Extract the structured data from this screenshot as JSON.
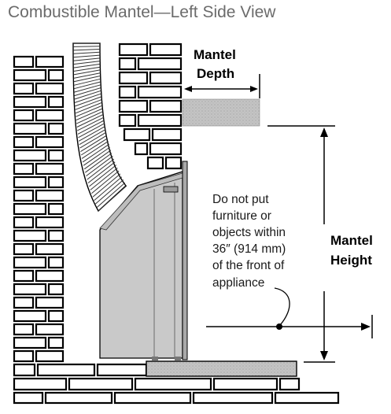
{
  "title": "Combustible Mantel—Left Side View",
  "labels": {
    "mantel_depth": [
      "Mantel",
      "Depth"
    ],
    "mantel_height": [
      "Mantel",
      "Height"
    ],
    "clearance_note": [
      "Do not put",
      "furniture or",
      "objects within",
      "36″ (914 mm)",
      "of the front of",
      "appliance"
    ]
  },
  "colors": {
    "mantel": "#b9b9b9",
    "appliance": "#c9c9c9",
    "hearth": "#c4c4c4",
    "outline": "#000000"
  }
}
